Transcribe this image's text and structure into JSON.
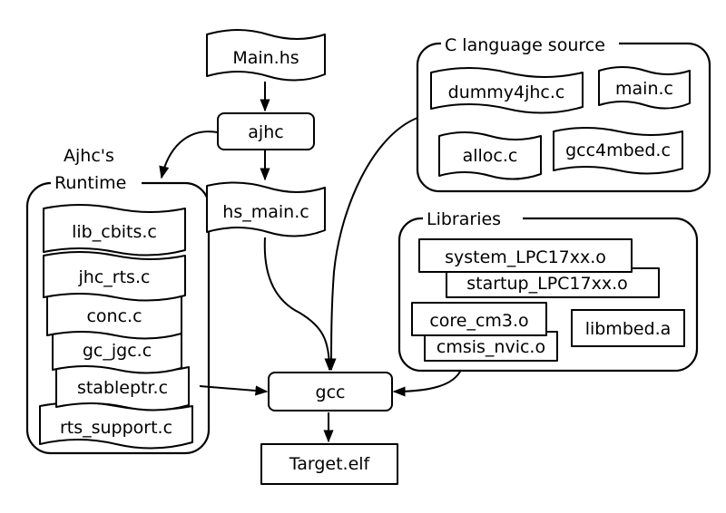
{
  "colors": {
    "ink": "#000000",
    "paper": "#ffffff"
  },
  "groups": {
    "c_source": "C language source",
    "libraries": "Libraries",
    "runtime_line1": "Ajhc's",
    "runtime_line2": "Runtime"
  },
  "nodes": {
    "main_hs": "Main.hs",
    "ajhc": "ajhc",
    "hs_main_c": "hs_main.c",
    "gcc": "gcc",
    "target_elf": "Target.elf",
    "dummy4jhc_c": "dummy4jhc.c",
    "main_c": "main.c",
    "alloc_c": "alloc.c",
    "gcc4mbed_c": "gcc4mbed.c",
    "system_lpc17xx_o": "system_LPC17xx.o",
    "startup_lpc17xx_o": "startup_LPC17xx.o",
    "core_cm3_o": "core_cm3.o",
    "cmsis_nvic_o": "cmsis_nvic.o",
    "libmbed_a": "libmbed.a",
    "lib_cbits_c": "lib_cbits.c",
    "jhc_rts_c": "jhc_rts.c",
    "conc_c": "conc.c",
    "gc_jgc_c": "gc_jgc.c",
    "stableptr_c": "stableptr.c",
    "rts_support_c": "rts_support.c"
  }
}
